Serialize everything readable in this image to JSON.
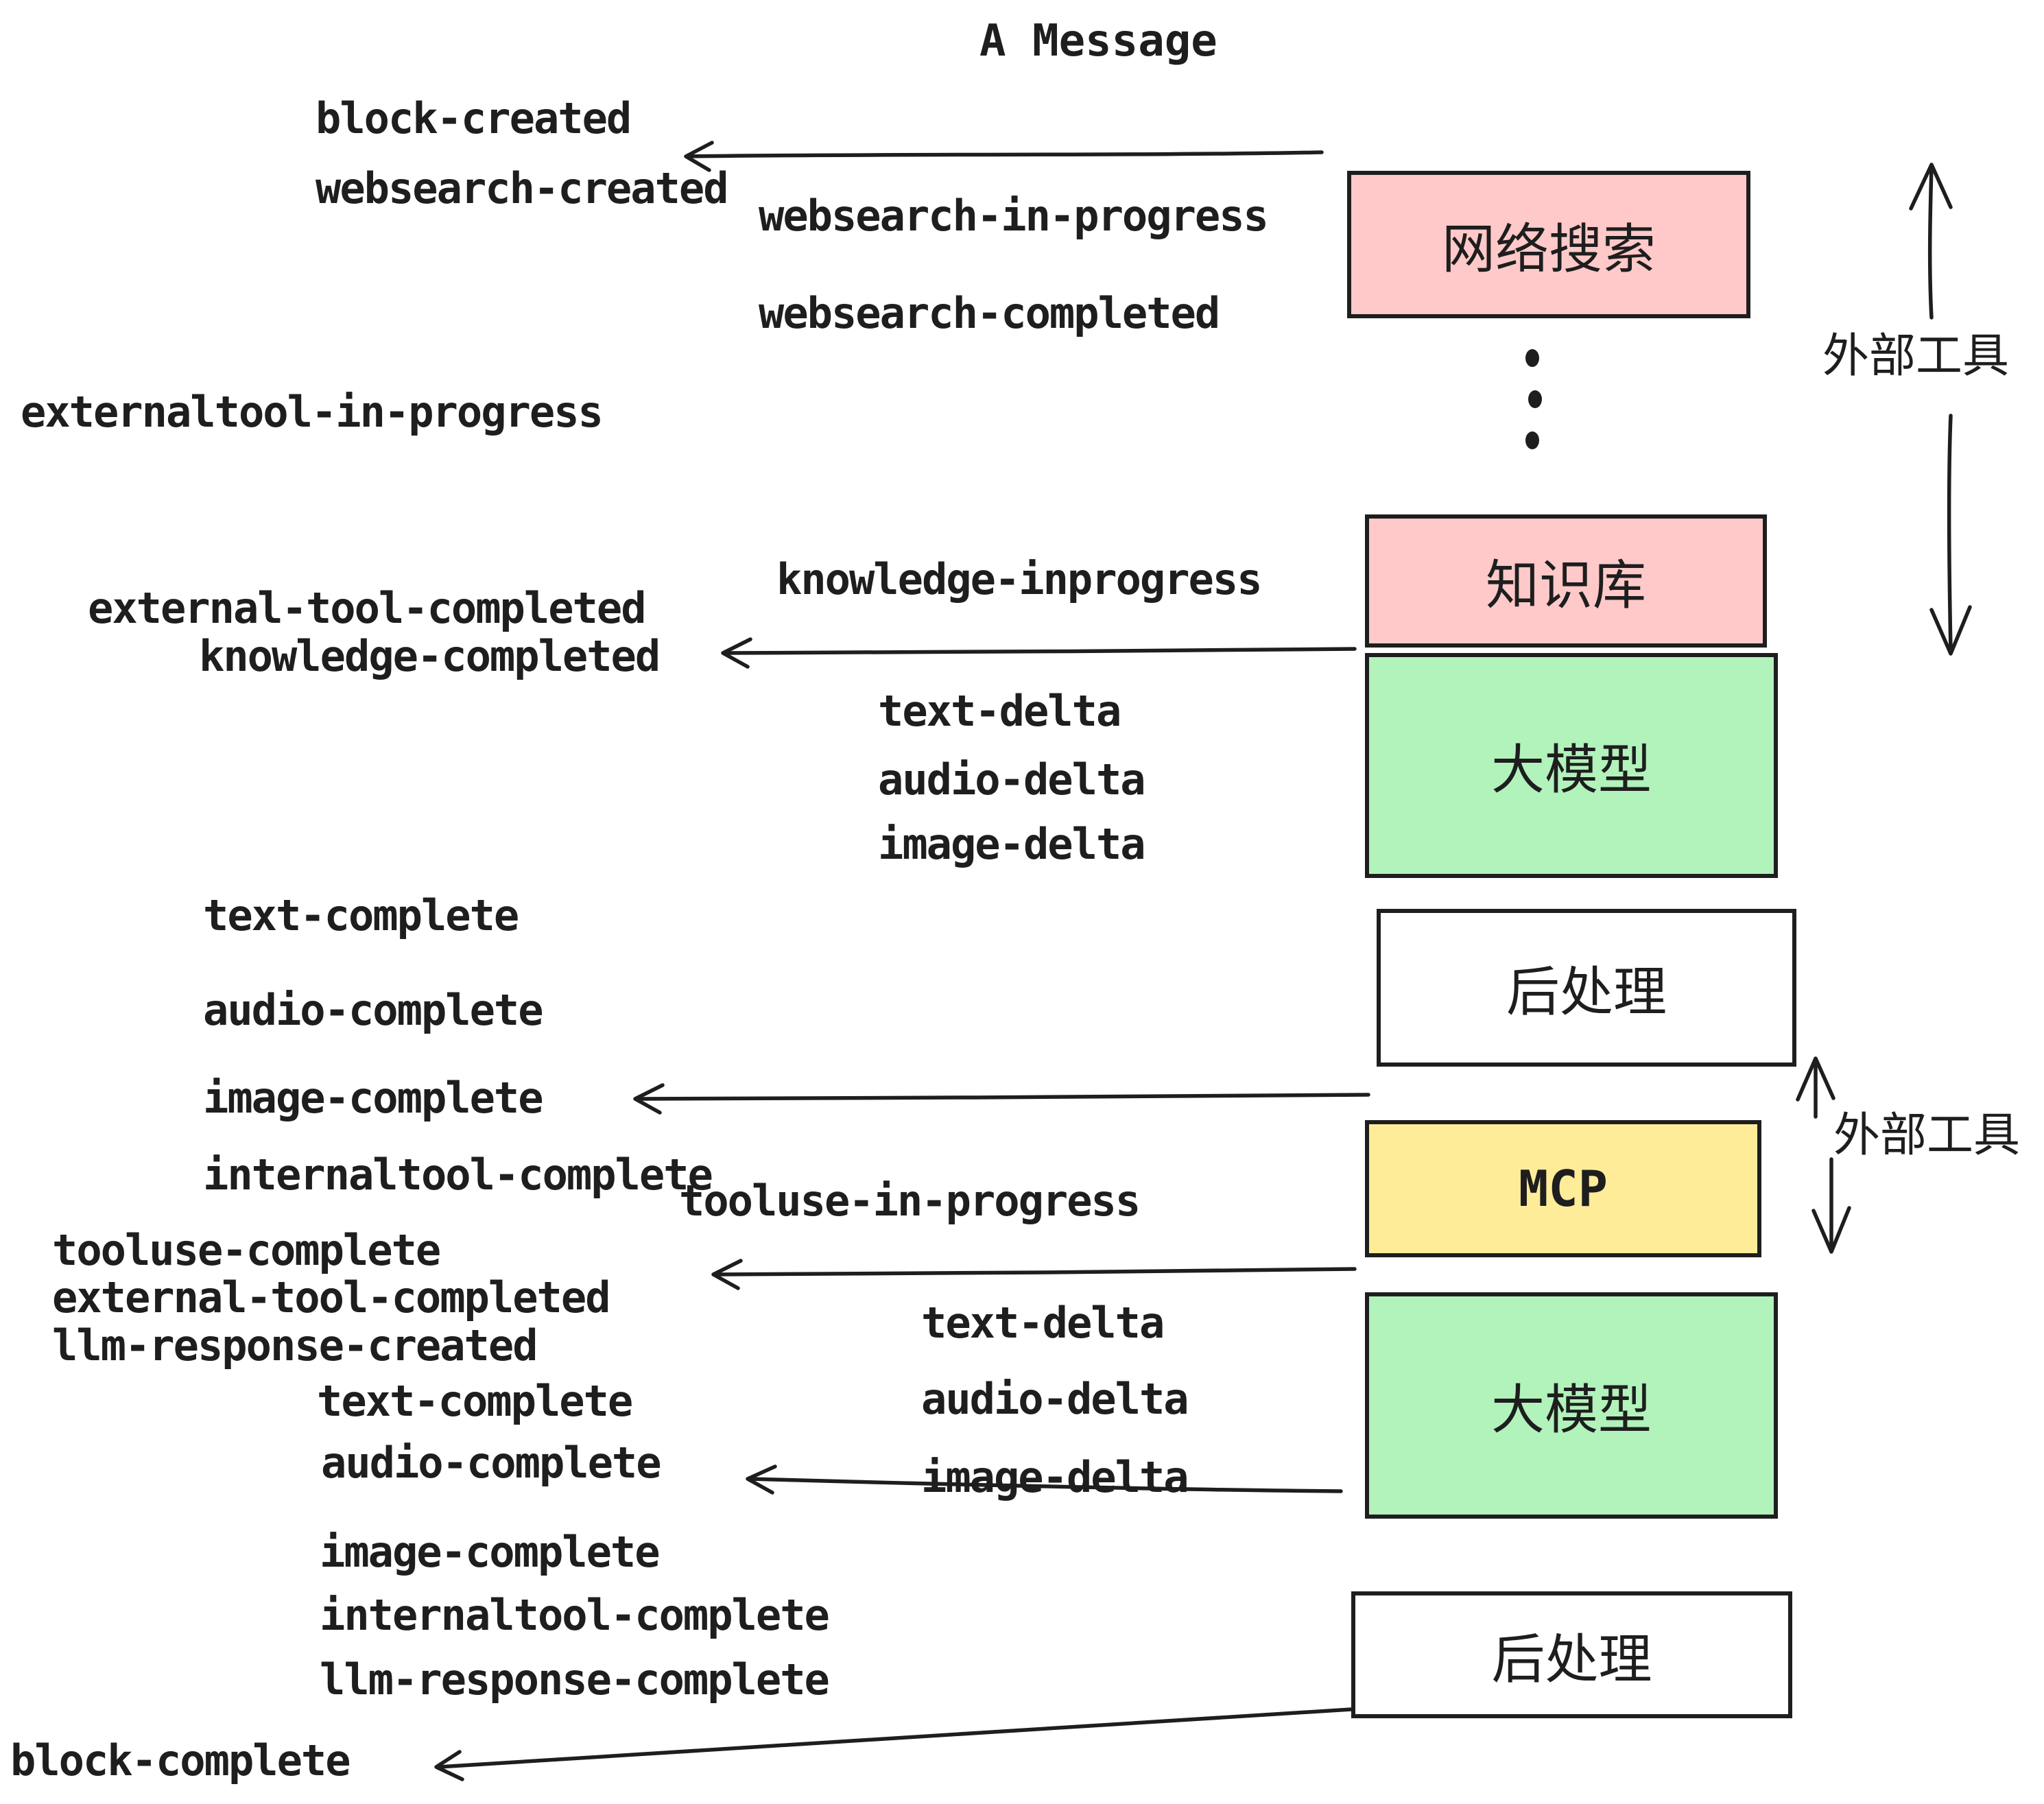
{
  "title": "A Message",
  "boxes": [
    {
      "id": "websearch",
      "label": "网络搜索",
      "color": "#ffc9c9"
    },
    {
      "id": "knowledge",
      "label": "知识库",
      "color": "#ffc9c9"
    },
    {
      "id": "llm-1",
      "label": "大模型",
      "color": "#b2f2bb"
    },
    {
      "id": "post-1",
      "label": "后处理",
      "color": "#ffffff"
    },
    {
      "id": "mcp",
      "label": "MCP",
      "color": "#ffec99"
    },
    {
      "id": "llm-2",
      "label": "大模型",
      "color": "#b2f2bb"
    },
    {
      "id": "post-2",
      "label": "后处理",
      "color": "#ffffff"
    }
  ],
  "side_labels": {
    "top": "外部工具",
    "middle": "外部工具"
  },
  "events": {
    "block_created": "block-created",
    "websearch_created": "websearch-created",
    "websearch_in_progress": "websearch-in-progress",
    "websearch_completed": "websearch-completed",
    "externaltool_in_progress": "externaltool-in-progress",
    "knowledge_inprogress": "knowledge-inprogress",
    "external_tool_completed_1": "external-tool-completed",
    "knowledge_completed": "knowledge-completed",
    "text_delta_1": "text-delta",
    "audio_delta_1": "audio-delta",
    "image_delta_1": "image-delta",
    "text_complete_1": "text-complete",
    "audio_complete_1": "audio-complete",
    "image_complete_1": "image-complete",
    "internaltool_complete_1": "internaltool-complete",
    "tooluse_in_progress": "tooluse-in-progress",
    "tooluse_complete": "tooluse-complete",
    "external_tool_completed_2": "external-tool-completed",
    "llm_response_created": "llm-response-created",
    "text_complete_2": "text-complete",
    "audio_complete_2": "audio-complete",
    "text_delta_2": "text-delta",
    "audio_delta_2": "audio-delta",
    "image_delta_2": "image-delta",
    "image_complete_2": "image-complete",
    "internaltool_complete_2": "internaltool-complete",
    "llm_response_complete": "llm-response-complete",
    "block_complete": "block-complete"
  },
  "colors": {
    "stroke": "#1e1e1e",
    "pink": "#ffc9c9",
    "green": "#b2f2bb",
    "yellow": "#ffec99",
    "white": "#ffffff",
    "background": "#ffffff"
  }
}
